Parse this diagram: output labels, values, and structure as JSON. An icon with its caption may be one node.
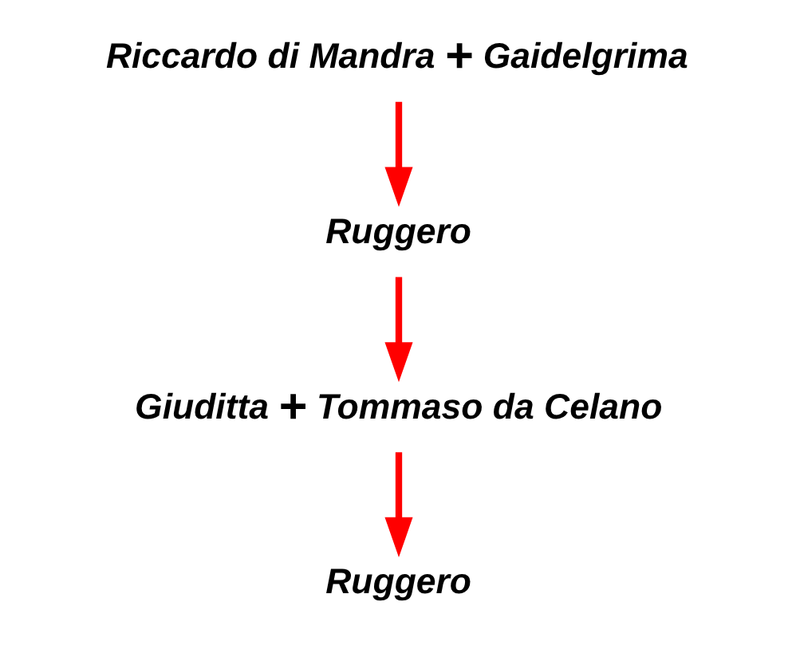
{
  "diagram": {
    "nodes": [
      {
        "text": [
          "Riccardo di Mandra",
          "+",
          "Gaidelgrima"
        ]
      },
      {
        "text": [
          "Ruggero"
        ]
      },
      {
        "text": [
          "Giuditta",
          "+",
          "Tommaso da Celano"
        ]
      },
      {
        "text": [
          "Ruggero"
        ]
      }
    ],
    "edges": [
      {
        "from": 0,
        "to": 1,
        "arrow": "to"
      },
      {
        "from": 1,
        "to": 2,
        "arrow": "to"
      },
      {
        "from": 2,
        "to": 3,
        "arrow": "to"
      }
    ]
  }
}
